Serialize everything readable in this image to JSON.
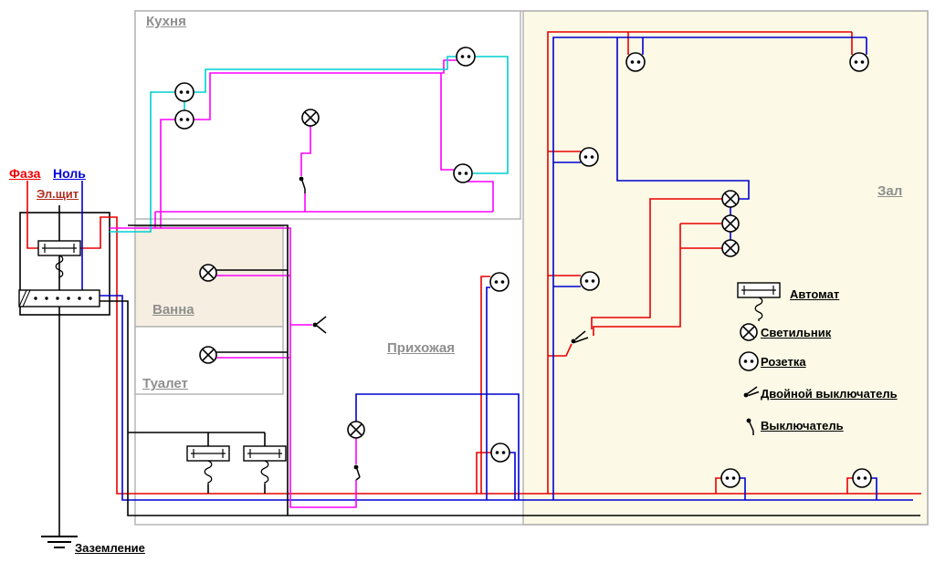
{
  "diagram": {
    "labels": {
      "phase": "Фаза",
      "neutral": "Ноль",
      "panel": "Эл.щит",
      "ground": "Заземление",
      "rooms": {
        "kitchen": "Кухня",
        "bath": "Ванна",
        "toilet": "Туалет",
        "hallway": "Прихожая",
        "hall": "Зал"
      }
    },
    "legend": {
      "breaker": "Автомат",
      "lamp": "Светильник",
      "socket": "Розетка",
      "double_switch": "Двойной выключатель",
      "switch": "Выключатель"
    },
    "colors": {
      "phase_wire": "#e80000",
      "neutral_wire": "#0000d0",
      "lighting_wire": "#ff00ff",
      "socket_circuit_wire": "#00cfcf",
      "ground_wire": "#000000",
      "hall_fill": "#fcfae6",
      "bath_fill": "#f6eee0",
      "wall": "#b5b5b5",
      "room_label": "#8f8f8f"
    }
  }
}
